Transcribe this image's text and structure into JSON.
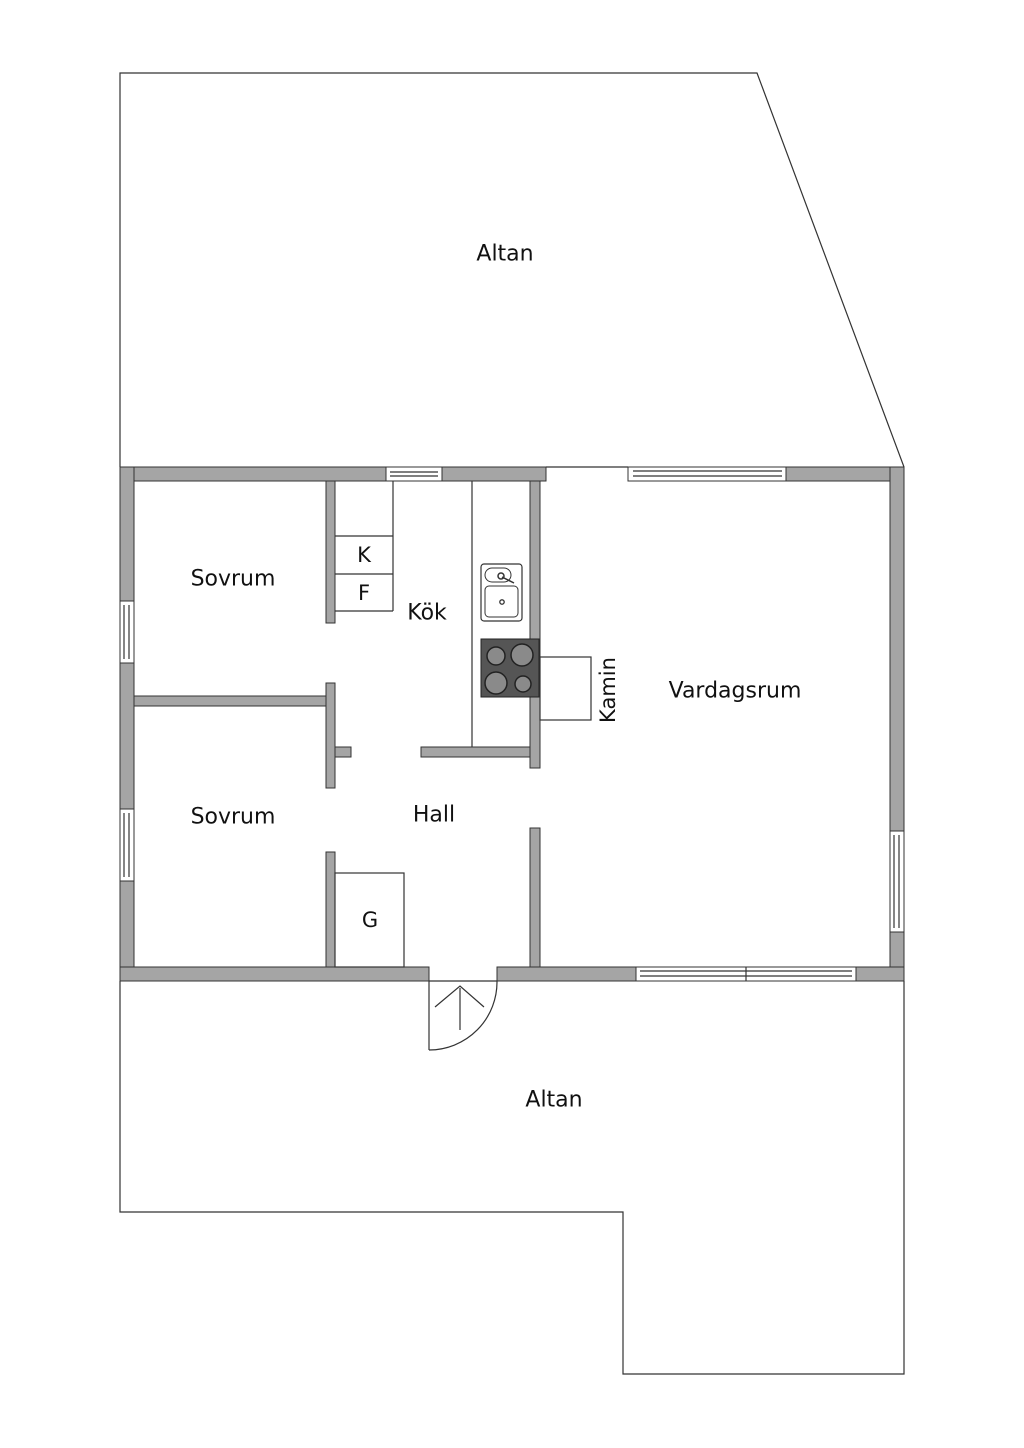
{
  "plan": {
    "wall_color": "#a5a5a5",
    "line_color": "#333333",
    "background": "#ffffff",
    "stove_color": "#555555"
  },
  "rooms": {
    "altan_top": "Altan",
    "sovrum_top": "Sovrum",
    "kok": "Kök",
    "vardagsrum": "Vardagsrum",
    "sovrum_bottom": "Sovrum",
    "hall": "Hall",
    "altan_bottom": "Altan"
  },
  "fixtures": {
    "kyl": "K",
    "frys": "F",
    "kamin": "Kamin",
    "garderob": "G"
  }
}
